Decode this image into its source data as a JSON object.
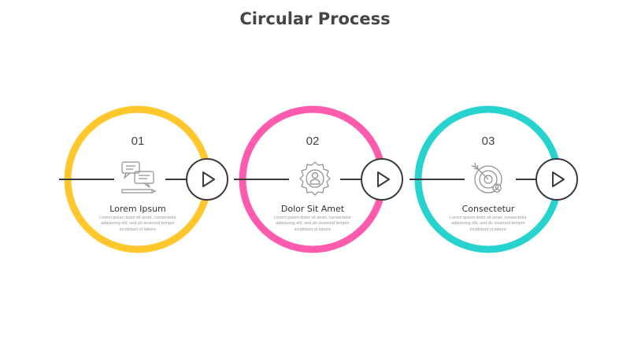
{
  "title": "Circular Process",
  "colors": {
    "line": "#3a3a3a",
    "icon": "#8e8e8e"
  },
  "steps": [
    {
      "number": "01",
      "title": "Lorem Ipsum",
      "description": "Lorem ipsum dolor sit amet, consectetur adipiscing elit, sed do eiusmod tempor incididunt ut labore",
      "color": "#FFC72C",
      "icon": "chat-bubbles-pencil-icon"
    },
    {
      "number": "02",
      "title": "Dolor Sit Amet",
      "description": "Lorem ipsum dolor sit amet, consectetur adipiscing elit, sed do eiusmod tempor incididunt ut labore",
      "color": "#FF5BAE",
      "icon": "user-gear-badge-icon"
    },
    {
      "number": "03",
      "title": "Consectetur",
      "description": "Lorem ipsum dolor sit amet, consectetur adipiscing elit, sed do eiusmod tempor incididunt ut labore",
      "color": "#27D3CE",
      "icon": "target-arrow-user-icon"
    }
  ]
}
